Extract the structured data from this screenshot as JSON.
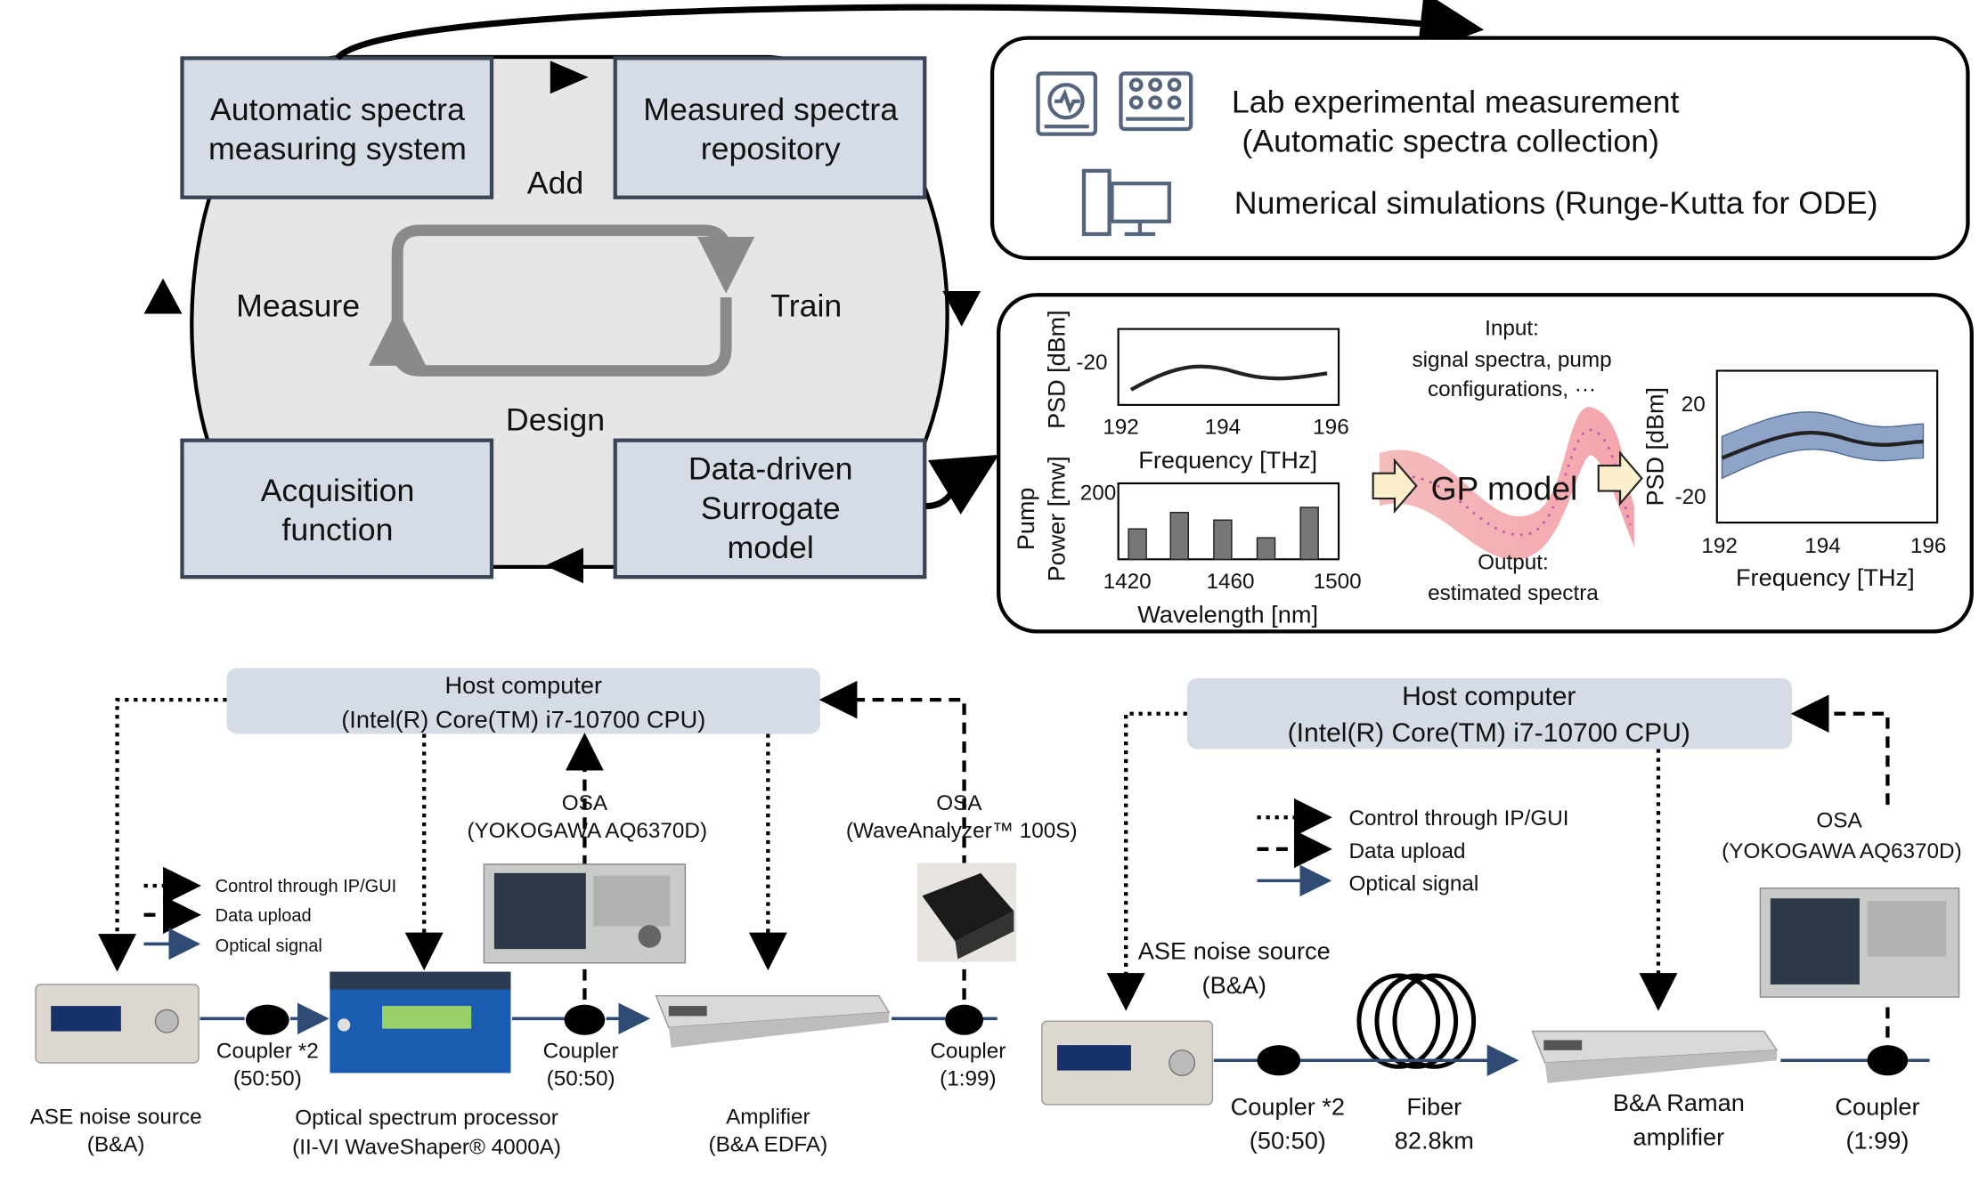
{
  "cycle": {
    "box_measuring_system": [
      "Automatic spectra",
      "measuring system"
    ],
    "box_repository": [
      "Measured spectra",
      "repository"
    ],
    "box_acquisition": [
      "Acquisition",
      "function"
    ],
    "box_surrogate": [
      "Data-driven",
      "Surrogate",
      "model"
    ],
    "label_add": "Add",
    "label_measure": "Measure",
    "label_train": "Train",
    "label_design": "Design"
  },
  "data_sources": {
    "lab": [
      "Lab experimental measurement",
      "(Automatic spectra collection)"
    ],
    "sim": "Numerical simulations (Runge-Kutta for ODE)"
  },
  "gp_panel": {
    "plot1": {
      "ylabel": "PSD [dBm]",
      "xlabel": "Frequency [THz]",
      "yticks": [
        "-20"
      ],
      "xticks": [
        "192",
        "194",
        "196"
      ]
    },
    "plot2": {
      "ylabel": [
        "Pump",
        "Power [mw]"
      ],
      "xlabel": "Wavelength [nm]",
      "yticks": [
        "200"
      ],
      "xticks": [
        "1420",
        "1460",
        "1500"
      ]
    },
    "input_text": [
      "Input:",
      "signal spectra, pump",
      "configurations, ···"
    ],
    "model_label": "GP model",
    "output_text": [
      "Output:",
      "estimated spectra"
    ],
    "plot3": {
      "ylabel": "PSD [dBm]",
      "xlabel": "Frequency [THz]",
      "yticks": [
        "20",
        "-20"
      ],
      "xticks": [
        "192",
        "194",
        "196"
      ]
    }
  },
  "setup_left": {
    "host": [
      "Host computer",
      "(Intel(R) Core(TM) i7-10700 CPU)"
    ],
    "legend": [
      "Control through IP/GUI",
      "Data upload",
      "Optical signal"
    ],
    "osa1": [
      "OSA",
      "(YOKOGAWA AQ6370D)"
    ],
    "osa2": [
      "OSA",
      "(WaveAnalyzer™ 100S)"
    ],
    "ase": [
      "ASE noise source",
      "(B&A)"
    ],
    "coupler1": [
      "Coupler *2",
      "(50:50)"
    ],
    "processor": [
      "Optical  spectrum processor",
      "(II-VI WaveShaper® 4000A)"
    ],
    "coupler2": [
      "Coupler",
      "(50:50)"
    ],
    "amplifier": [
      "Amplifier",
      "(B&A EDFA)"
    ],
    "coupler3": [
      "Coupler",
      "(1:99)"
    ]
  },
  "setup_right": {
    "host": [
      "Host computer",
      "(Intel(R) Core(TM) i7-10700 CPU)"
    ],
    "legend": [
      "Control through IP/GUI",
      "Data upload",
      "Optical signal"
    ],
    "osa": [
      "OSA",
      "(YOKOGAWA AQ6370D)"
    ],
    "ase": [
      "ASE noise source",
      "(B&A)"
    ],
    "coupler1": [
      "Coupler *2",
      "(50:50)"
    ],
    "fiber": [
      "Fiber",
      "82.8km"
    ],
    "raman": [
      "B&A Raman",
      "amplifier"
    ],
    "coupler2": [
      "Coupler",
      "(1:99)"
    ]
  },
  "colors": {
    "box_fill": "#d6dce5",
    "box_stroke": "#3a4556",
    "cycle_fill": "#e7e6e6",
    "optical": "#2f4a73",
    "band": "#8ea4c8"
  }
}
